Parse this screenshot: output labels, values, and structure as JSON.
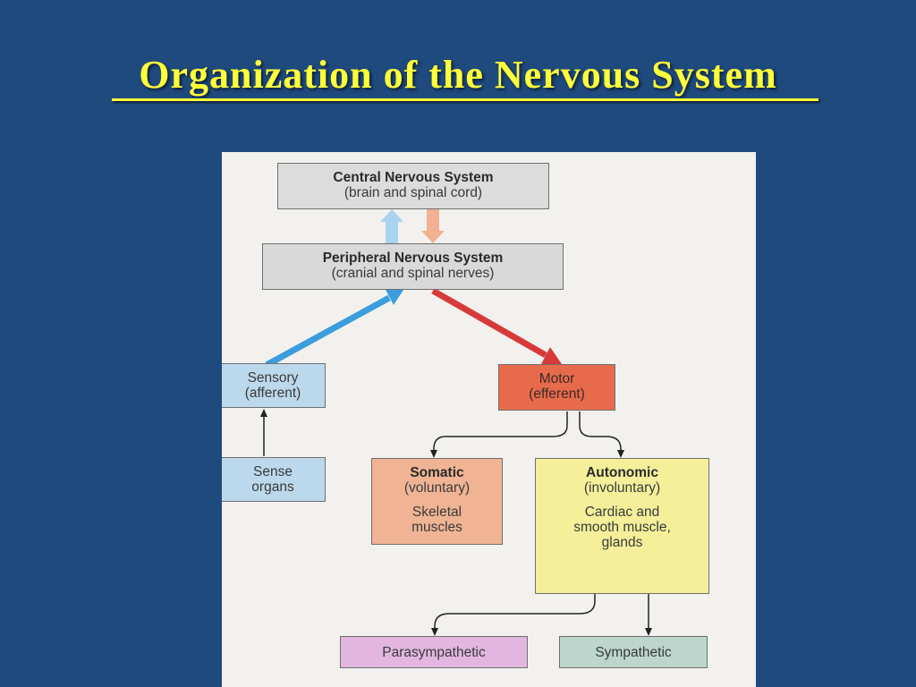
{
  "slide": {
    "title": "Organization of the Nervous System"
  },
  "diagram": {
    "cns": {
      "title": "Central Nervous System",
      "sub": "(brain and spinal cord)",
      "color": "#dcdcdc"
    },
    "pns": {
      "title": "Peripheral Nervous System",
      "sub": "(cranial and spinal nerves)",
      "color": "#d9d9d9"
    },
    "sensory": {
      "line1": "Sensory",
      "line2": "(afferent)",
      "color": "#bcd8ec"
    },
    "motor": {
      "line1": "Motor",
      "line2": "(efferent)",
      "color": "#e86a4c"
    },
    "sense_organs": {
      "line1": "Sense",
      "line2": "organs",
      "color": "#bcd8ec"
    },
    "somatic": {
      "title": "Somatic",
      "sub": "(voluntary)",
      "target1": "Skeletal",
      "target2": "muscles",
      "color": "#f0b494"
    },
    "autonomic": {
      "title": "Autonomic",
      "sub": "(involuntary)",
      "target1": "Cardiac and",
      "target2": "smooth muscle,",
      "target3": "glands",
      "color": "#f5ef9a"
    },
    "parasympathetic": {
      "label": "Parasympathetic",
      "color": "#e2b6e0"
    },
    "sympathetic": {
      "label": "Sympathetic",
      "color": "#bcd6cd"
    },
    "arrow_colors": {
      "afferent": "#3a9ddc",
      "efferent": "#d83a3a",
      "afferent_light": "#a9d3ee",
      "efferent_light": "#f2b192"
    }
  }
}
